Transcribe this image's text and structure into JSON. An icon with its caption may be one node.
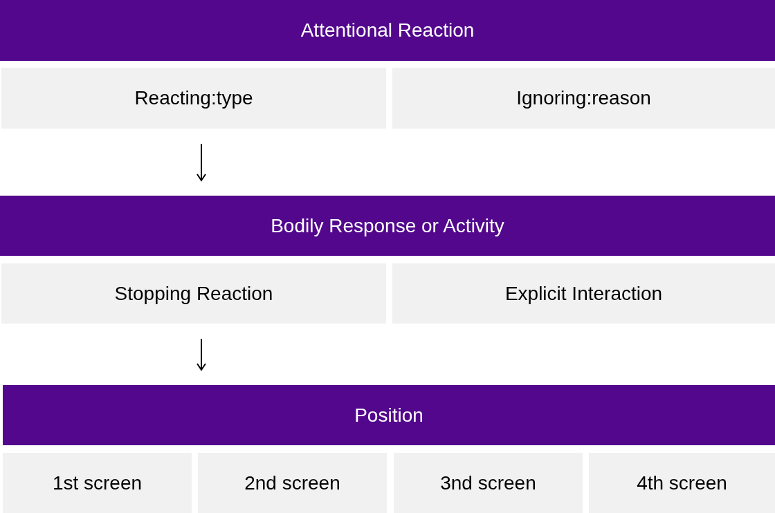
{
  "diagram": {
    "nodes": [
      {
        "text": [
          "Attentional Reaction"
        ]
      },
      {
        "text": [
          "Reacting:type"
        ]
      },
      {
        "text": [
          "Ignoring:reason"
        ]
      },
      {
        "text": [
          "Bodily Response or Activity"
        ]
      },
      {
        "text": [
          "Stopping Reaction"
        ]
      },
      {
        "text": [
          "Explicit Interaction"
        ]
      },
      {
        "text": [
          "Position"
        ]
      },
      {
        "text": [
          "1st screen"
        ]
      },
      {
        "text": [
          "2nd screen"
        ]
      },
      {
        "text": [
          "3nd screen"
        ]
      },
      {
        "text": [
          "4th screen"
        ]
      }
    ],
    "edges": [
      {
        "from": 1,
        "to": 3,
        "arrow": "to"
      },
      {
        "from": 4,
        "to": 6,
        "arrow": "to"
      }
    ]
  }
}
